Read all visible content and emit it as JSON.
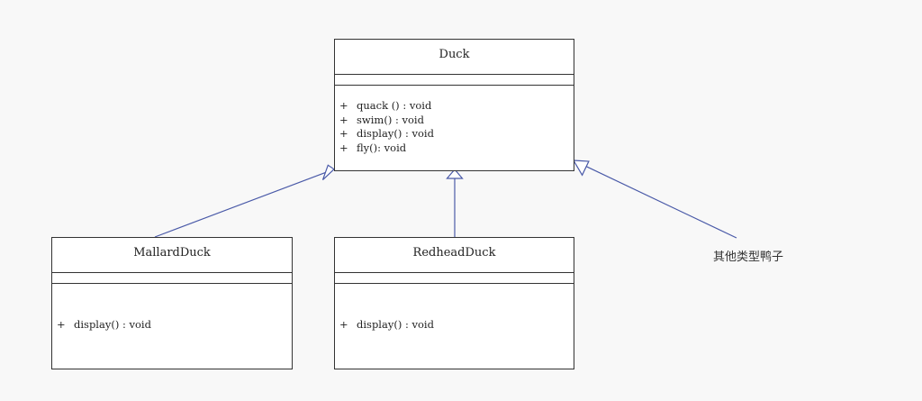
{
  "diagram": {
    "classes": {
      "duck": {
        "name": "Duck",
        "methods": [
          {
            "visibility": "+",
            "signature": "quack () : void"
          },
          {
            "visibility": "+",
            "signature": "swim() : void"
          },
          {
            "visibility": "+",
            "signature": "display() : void"
          },
          {
            "visibility": "+",
            "signature": "fly(): void"
          }
        ]
      },
      "mallard": {
        "name": "MallardDuck",
        "methods": [
          {
            "visibility": "+",
            "signature": "display() : void"
          }
        ]
      },
      "redhead": {
        "name": "RedheadDuck",
        "methods": [
          {
            "visibility": "+",
            "signature": "display() : void"
          }
        ]
      }
    },
    "annotation": "其他类型鸭子",
    "relationship": "generalization",
    "connector_color": "#4a5aa8"
  }
}
